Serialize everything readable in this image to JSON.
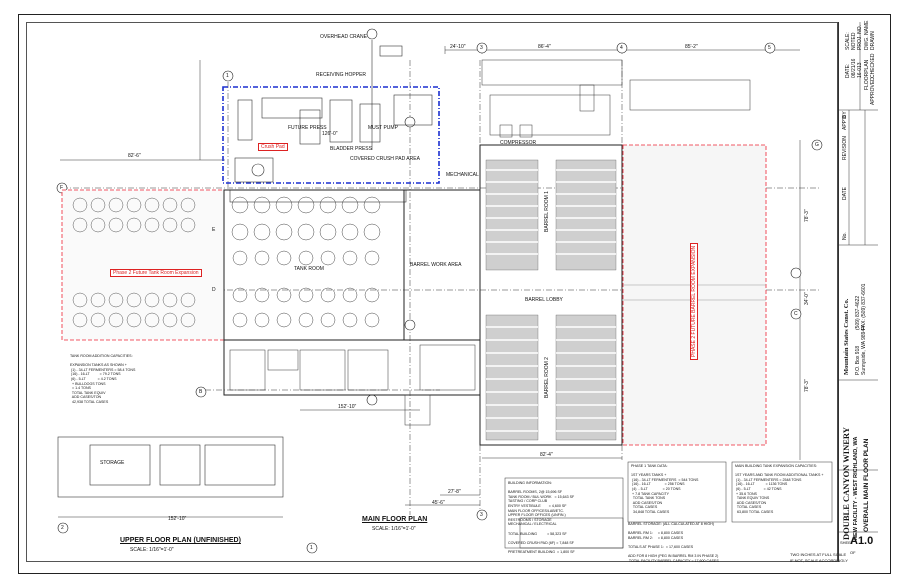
{
  "drawing": {
    "main_plan_title": "MAIN FLOOR PLAN",
    "main_plan_scale": "SCALE: 1/16\"=1'-0\"",
    "upper_plan_title": "UPPER FLOOR PLAN (UNFINISHED)",
    "upper_plan_scale": "SCALE: 1/16\"=1'-0\"",
    "dim_top_1": "24'-10\"",
    "dim_top_2": "86'-4\"",
    "dim_top_3": "85'-2\"",
    "dim_left": "82'-6\"",
    "dim_crush": "126'-0\"",
    "dim_right_1": "78'-3\"",
    "dim_right_2": "34'-0\"",
    "dim_right_3": "78'-3\"",
    "dim_bottom_1": "152'-10\"",
    "dim_bottom_2": "27'-8\"",
    "dim_bottom_3": "45'-6\"",
    "dim_bottom_4": "82'-4\"",
    "dim_upper": "152'-10\"",
    "label_crush_pad": "Crush Pad",
    "label_tank_room_exp": "Phase 2 Future Tank Room Expansion",
    "label_barrel_exp": "PHASE 2 FUTURE BARREL ROOM EXPANSION",
    "label_tank_room": "TANK ROOM",
    "label_barrel_work": "BARREL WORK AREA",
    "label_barrel_1": "BARREL ROOM 1",
    "label_barrel_2": "BARREL ROOM 2",
    "label_barrel_lobby": "BARREL LOBBY",
    "label_covered_crush": "COVERED CRUSH PAD AREA",
    "label_mechanical": "MECHANICAL",
    "label_overhead_crane": "OVERHEAD CRANE",
    "label_receiving_hopper": "RECEIVING HOPPER",
    "label_bladder_press": "BLADDER PRESS",
    "label_future_press": "FUTURE PRESS",
    "label_must_pump": "MUST PUMP",
    "label_compressor": "COMPRESSOR",
    "label_storage": "STORAGE",
    "grid_F": "F",
    "grid_E": "E",
    "grid_D": "D",
    "grid_C": "C",
    "grid_B": "B",
    "grid_G": "G",
    "grid_1": "1",
    "grid_2": "2",
    "grid_3": "3",
    "grid_4": "4",
    "grid_5": "5",
    "notes": {
      "tank_room_exp": "TANK ROOM ADDITION CAPACITIES:\n\nEXPANSION TANKS AS SHOWN +\n (1) - 34-LT FERMENTERS = 58.4 TONS\n (16) - 16-LT          = 79.2 TONS\n (6) - 5-LT            = 4.2 TONS\n  + BULLDOGS TONS\n  = 1.4 TONS\n  TOTAL TANK EQUIV\n  ADD CASES/TON\n  42,938 TOTAL CASES",
      "building_info": "BUILDING INFORMATION:\n\nBARREL ROOMS, 2@ 15,696 SF\nTANK ROOM / BUL WORK   = 15,643 SF\nTASTING / CORP CLUB\nENTRY VESTIBULE        = 4,600 SF\nMAIN FLOOR OFFICES/LAB/ETC.\nUPPER FLOOR OFFICES (UNFIN.)\nRESTROOMS / STORAGE\nMECHANICAL / ELECTRICAL\n\nTOTAL BUILDING          = 58,323 SF\n\nCOVERED CRUSH PAD (6F) = 7,848 SF\n\nPRETREATMENT BUILDING  = 1,800 SF",
      "barrel_storage": "BARREL STORAGE: (ALL CALCULATED AT 8 HIGH)\n\nBARREL RM 1:     = 8,800 CASES\nBARREL RM 2:     = 8,800 CASES\n\nTOTALS AT PHASE 1:  = 17,600 CASES\n\nADD FOR 8 HIGH (PEG IN BARREL RM 3 IN PHASE 2)\n TOTAL FACILITY BARREL CAPACITY = 17,600 CASES",
      "tank_data": "PHASE 1 TANK DATA:\n\n1ST YEARS TANKS +\n (16) - 34-LT FERMENTERS  = 544 TONS\n (16) - 16-LT              = 256 TONS\n (4)  - 5-LT               = 20 TONS\n + 7.8 TANK CAPACITY\n  TOTAL TANK TONS\n  ADD CASES/TON\n  TOTAL CASES\n  34,848 TOTAL CASES",
      "main_bldg_exp": "MAIN BUILDING TANK EXPANSION CAPACITIES:\n\n1ST YEARS AND TANK ROOM ADDITIONAL TANKS +\n (1) - 34-LT FERMENTERS = 2548 TONS\n (16) - 16-LT           = 1136 TONS\n (6) - 5-LT             = 42 TONS\n + 35.6 TONS\n  TANK EQUIV TONS\n  ADD CASES/TON\n  TOTAL CASES\n  63,800 TOTAL CASES"
    },
    "scale_note": "TWO INCHES AT FULL SCALE",
    "scale_note_2": "IF NOT, SCALE ACCORDINGLY"
  },
  "titleblock": {
    "project": "DOUBLE CANYON WINERY",
    "project_sub": "NEW FACILITY - WEST RICHLAND, WA",
    "sheet_title": "OVERALL MAIN FLOOR PLAN",
    "firm": "Mountain States Const. Co.",
    "firm_address": "P.O. Box 918",
    "firm_city": "Sunnyside, WA 98944",
    "firm_phone": "(509) 837-4622",
    "firm_fax": "FAX: (509) 837-6601",
    "scale_label": "SCALE:",
    "scale_value": "NOTED",
    "date_label": "DATE:",
    "date_value": "08/21/16",
    "proj_label": "PROJ. NO.",
    "proj_value": "16-013",
    "dwg_label": "DWG. NAME",
    "dwg_value": "FLOORPLAN",
    "drawn_label": "DRAWN",
    "checked_label": "CHECKED",
    "approved_label": "APPROVED",
    "sheet_label": "SHEET",
    "sheet_value": "A1.0",
    "of_label": "OF",
    "revision_label": "REVISION",
    "no_label": "No.",
    "date_col_label": "DATE",
    "appd_label": "APP'D",
    "by_label": "BY"
  }
}
